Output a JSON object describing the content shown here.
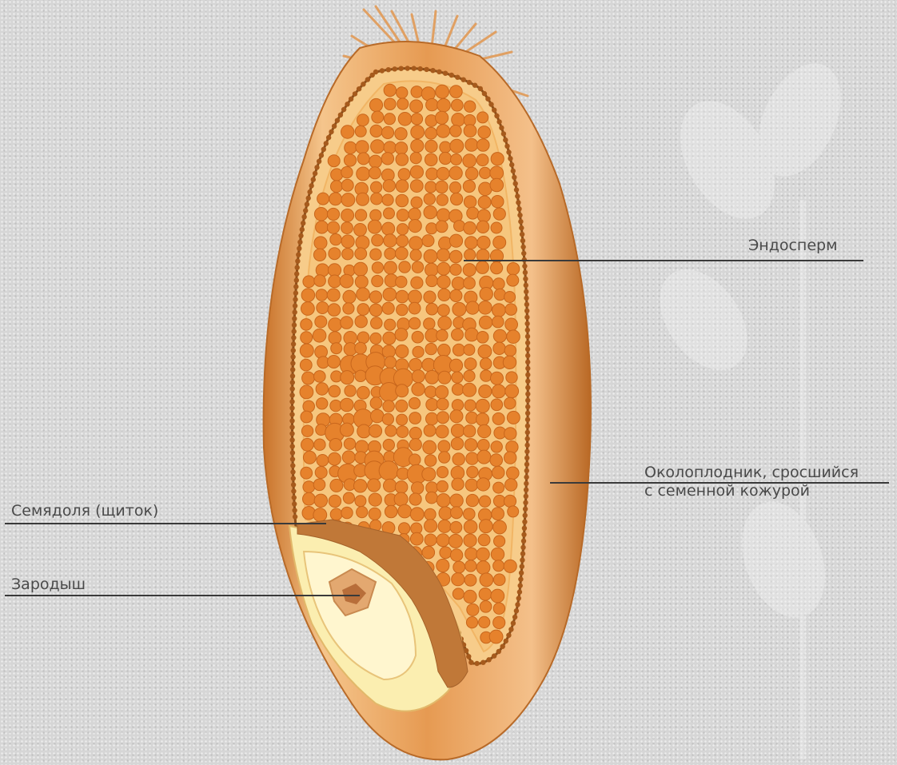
{
  "labels": {
    "endosperm": "Эндосперм",
    "pericarp_line1": "Околоплодник, сросшийся",
    "pericarp_line2": "с семенной кожурой",
    "cotyledon": "Семядоля (щиток)",
    "embryo": "Зародыш"
  },
  "colors": {
    "background": "#d6d6d6",
    "husk": "#d88a3c",
    "husk_light": "#f2b878",
    "endosperm_fill": "#f6c67e",
    "starch_grain": "#e6822c",
    "embryo_pale": "#fbeeb0",
    "scutellum": "#c07838",
    "leader_line": "#3a3a3a"
  }
}
